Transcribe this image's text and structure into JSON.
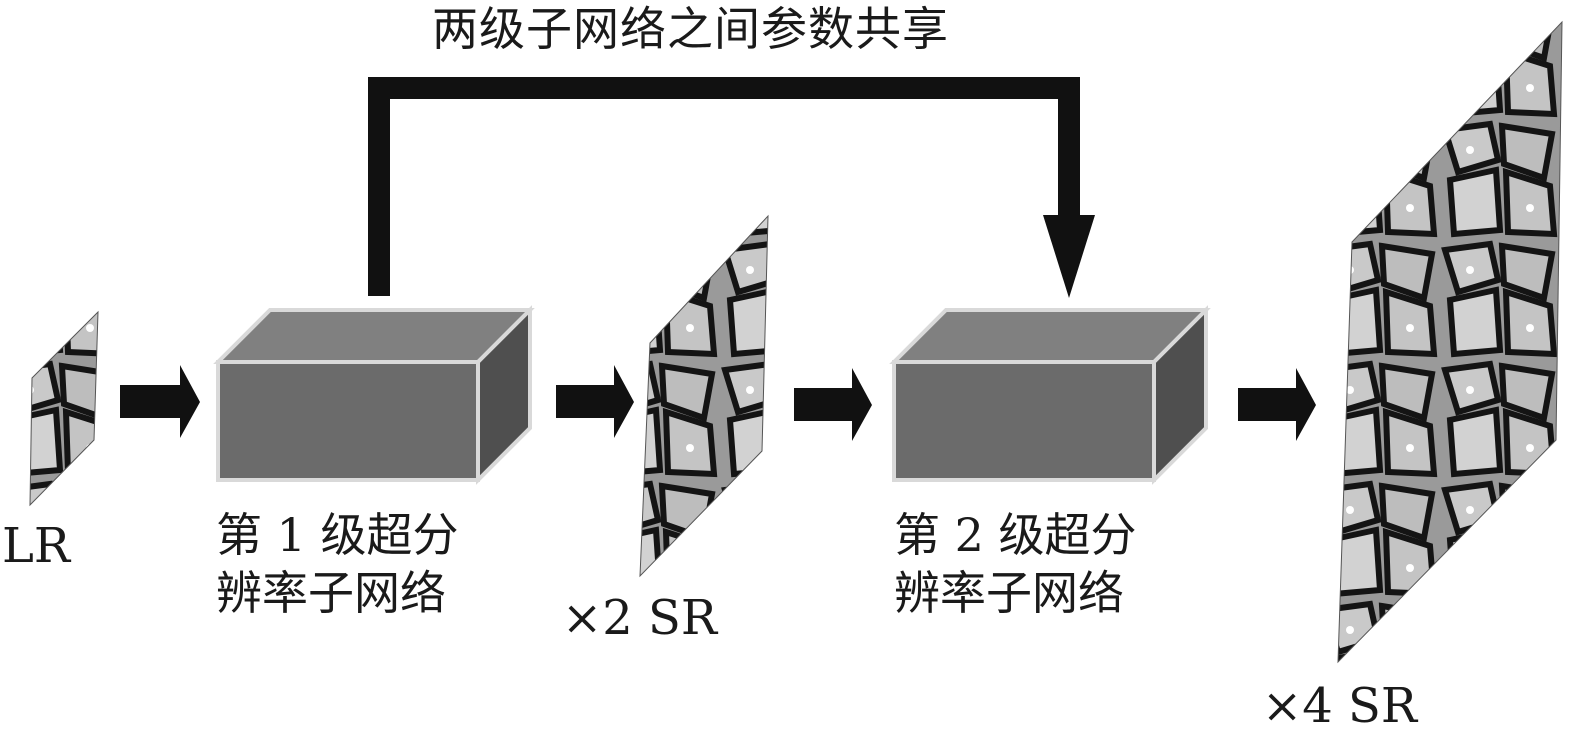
{
  "caption": {
    "shared": "两级子网络之间参数共享"
  },
  "images": {
    "lr": "LR",
    "x2": "×2 SR",
    "x4": "×4 SR"
  },
  "blocks": [
    {
      "line1": "第 1 级超分",
      "line2": "辨率子网络"
    },
    {
      "line1": "第 2 级超分",
      "line2": "辨率子网络"
    }
  ],
  "colors": {
    "block_front": "#6b6b6b",
    "block_top": "#808080",
    "block_side": "#4f4f4f",
    "block_edge": "#d9d9d9",
    "arrow": "#111111",
    "image_bg": "#9a9a9a",
    "wing_cell": "#c8c8c8",
    "vein": "#141414"
  },
  "icons": {
    "arrow": "right-arrow-icon",
    "shared_connector": "down-arrow-icon",
    "image": "butterfly-image"
  }
}
